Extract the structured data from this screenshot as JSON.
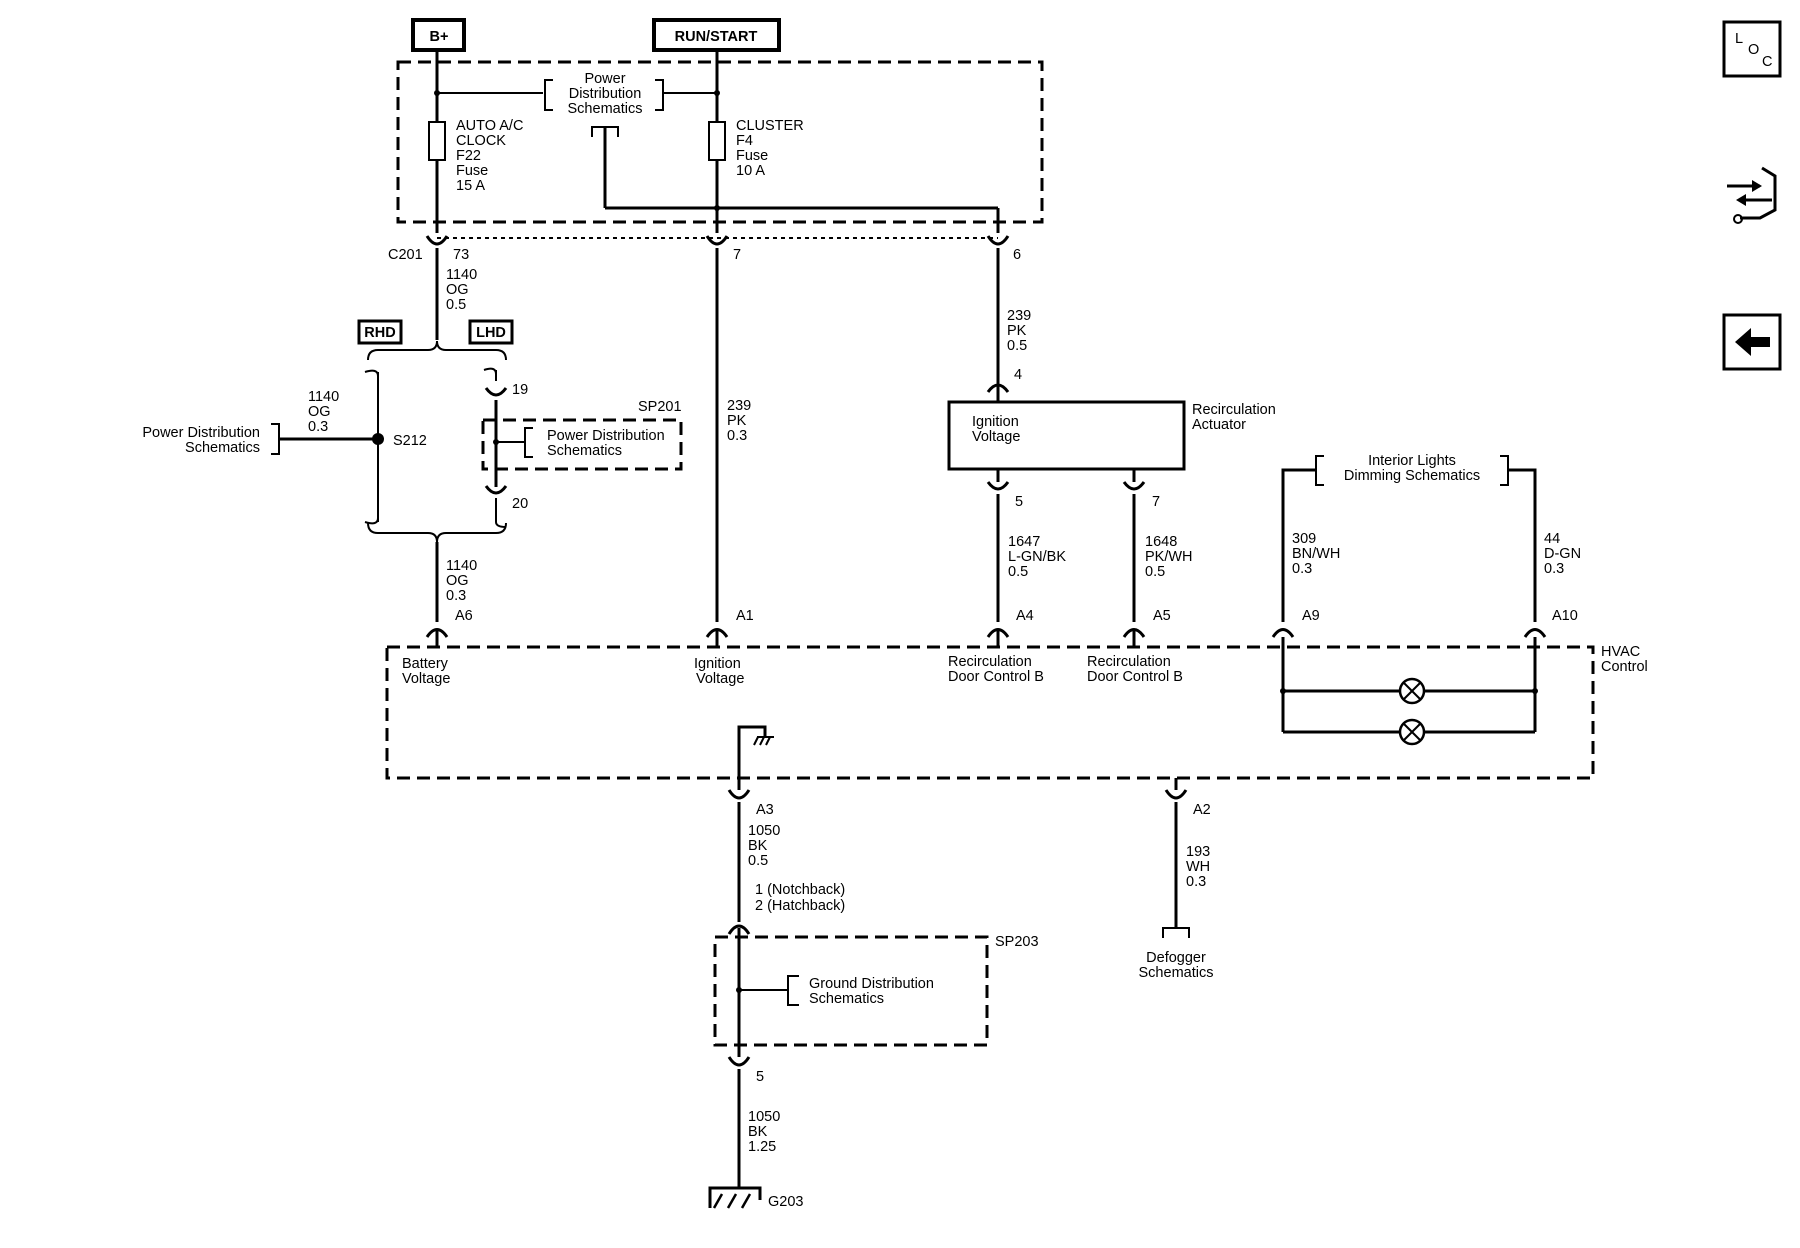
{
  "supplies": {
    "bplus": "B+",
    "run_start": "RUN/START"
  },
  "pd_top": {
    "l1": "Power",
    "l2": "Distribution",
    "l3": "Schematics"
  },
  "fuse_f22": {
    "l1": "AUTO A/C",
    "l2": "CLOCK",
    "l3": "F22",
    "l4": "Fuse",
    "l5": "15 A"
  },
  "fuse_f4": {
    "l1": "CLUSTER",
    "l2": "F4",
    "l3": "Fuse",
    "l4": "10 A"
  },
  "c201": {
    "name": "C201",
    "pin_73": "73",
    "pin_7": "7",
    "pin_6": "6"
  },
  "wire_1140_og_05": {
    "circuit": "1140",
    "color": "OG",
    "gauge": "0.5"
  },
  "wire_1140_og_03_left": {
    "circuit": "1140",
    "color": "OG",
    "gauge": "0.3"
  },
  "wire_1140_og_03_bottom": {
    "circuit": "1140",
    "color": "OG",
    "gauge": "0.3"
  },
  "wire_239_pk_03": {
    "circuit": "239",
    "color": "PK",
    "gauge": "0.3"
  },
  "wire_239_pk_05": {
    "circuit": "239",
    "color": "PK",
    "gauge": "0.5"
  },
  "wire_1647": {
    "circuit": "1647",
    "color": "L-GN/BK",
    "gauge": "0.5"
  },
  "wire_1648": {
    "circuit": "1648",
    "color": "PK/WH",
    "gauge": "0.5"
  },
  "wire_309": {
    "circuit": "309",
    "color": "BN/WH",
    "gauge": "0.3"
  },
  "wire_44": {
    "circuit": "44",
    "color": "D-GN",
    "gauge": "0.3"
  },
  "wire_1050_05": {
    "circuit": "1050",
    "color": "BK",
    "gauge": "0.5"
  },
  "wire_1050_125": {
    "circuit": "1050",
    "color": "BK",
    "gauge": "1.25"
  },
  "wire_193": {
    "circuit": "193",
    "color": "WH",
    "gauge": "0.3"
  },
  "options": {
    "rhd": "RHD",
    "lhd": "LHD"
  },
  "pd_left": {
    "l1": "Power Distribution",
    "l2": "Schematics"
  },
  "splice_s212": "S212",
  "sp201": {
    "name": "SP201",
    "pin_19": "19",
    "pin_20": "20",
    "l1": "Power Distribution",
    "l2": "Schematics"
  },
  "actuator": {
    "name_l1": "Recirculation",
    "name_l2": "Actuator",
    "ign_l1": "Ignition",
    "ign_l2": "Voltage",
    "pin_4": "4",
    "pin_5": "5",
    "pin_7": "7"
  },
  "dimming": {
    "l1": "Interior Lights",
    "l2": "Dimming Schematics"
  },
  "hvac": {
    "name_l1": "HVAC",
    "name_l2": "Control",
    "a6": "A6",
    "a1": "A1",
    "a4": "A4",
    "a5": "A5",
    "a9": "A9",
    "a10": "A10",
    "a3": "A3",
    "a2": "A2",
    "battery_l1": "Battery",
    "battery_l2": "Voltage",
    "ignition_l1": "Ignition",
    "ignition_l2": "Voltage",
    "recirc_a4_l1": "Recirculation",
    "recirc_a4_l2": "Door Control B",
    "recirc_a5_l1": "Recirculation",
    "recirc_a5_l2": "Door Control B"
  },
  "ground_pin": {
    "l1": "1 (Notchback)",
    "l2": "2 (Hatchback)"
  },
  "sp203": {
    "name": "SP203",
    "l1": "Ground Distribution",
    "l2": "Schematics",
    "pin_5": "5"
  },
  "defogger": {
    "l1": "Defogger",
    "l2": "Schematics"
  },
  "g203": "G203",
  "nav": {
    "loc_l": "L",
    "loc_o": "O",
    "loc_c": "C"
  }
}
